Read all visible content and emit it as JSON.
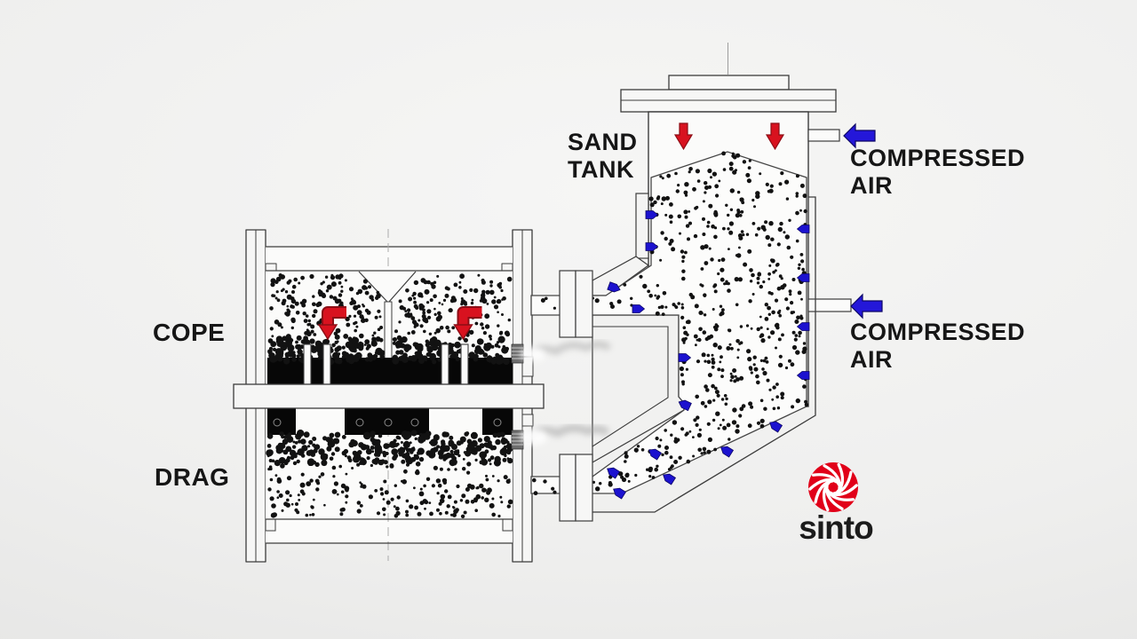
{
  "diagram_title": "green sand molding machine with sand tank (sectional diagram)",
  "labels": {
    "sand_tank": {
      "line1": "SAND",
      "line2": "TANK"
    },
    "cope": "COPE",
    "drag": "DRAG",
    "compressed_air_top": {
      "line1": "COMPRESSED",
      "line2": "AIR"
    },
    "compressed_air_bottom": {
      "line1": "COMPRESSED",
      "line2": "AIR"
    },
    "logo": "sinto"
  },
  "colors": {
    "sand_flow_arrow": "#d8121f",
    "sand_flow_arrow_outline": "#8c0d15",
    "compressed_air_arrow": "#2417d9",
    "compressed_air_arrow_outline": "#0d0766",
    "air_flow_arrow": "#1c12cf",
    "sand_dot": "#121212",
    "structure_line": "#3c3c3c",
    "logo_red": "#e10019",
    "label_text": "#161616"
  }
}
